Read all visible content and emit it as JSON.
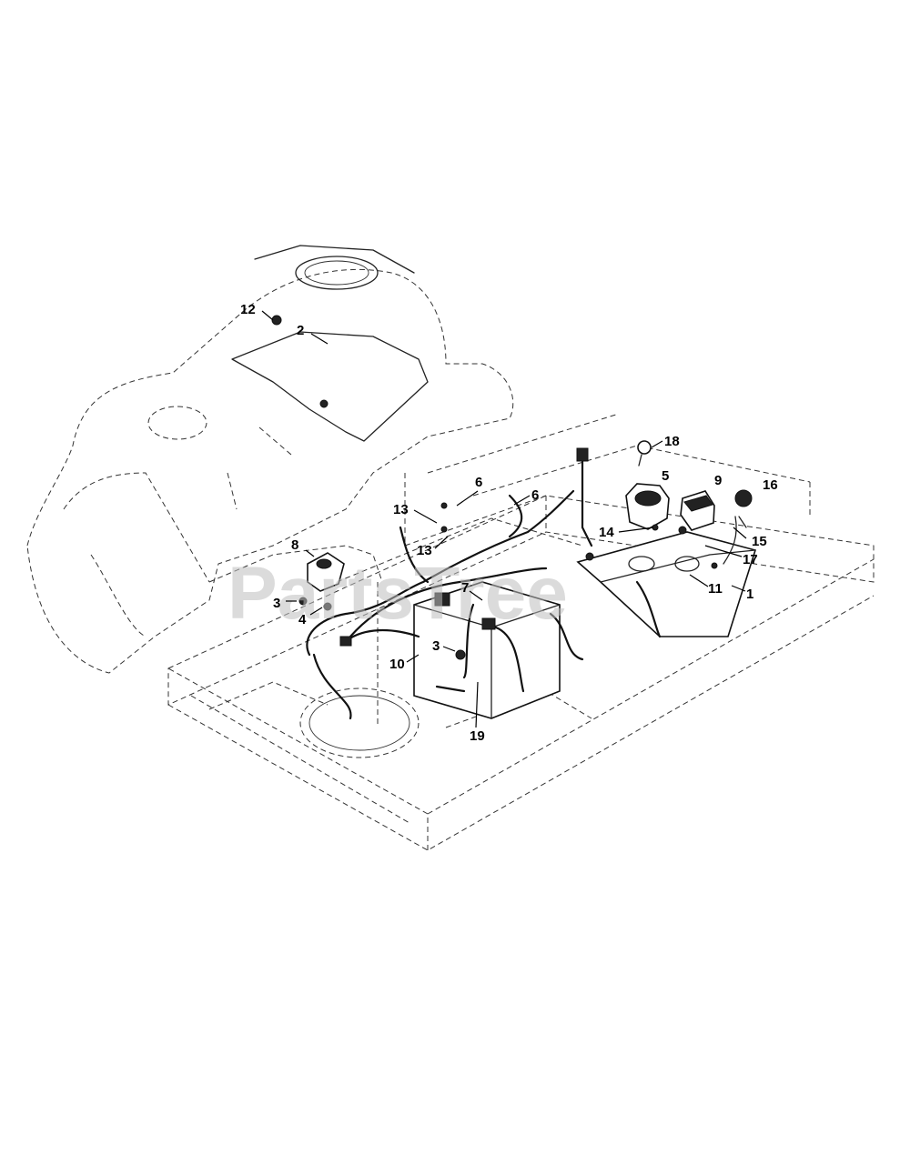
{
  "watermark": "PartsTree",
  "callouts": [
    {
      "id": "12",
      "label": "12"
    },
    {
      "id": "2",
      "label": "2"
    },
    {
      "id": "18",
      "label": "18"
    },
    {
      "id": "5",
      "label": "5"
    },
    {
      "id": "9",
      "label": "9"
    },
    {
      "id": "16",
      "label": "16"
    },
    {
      "id": "6a",
      "label": "6"
    },
    {
      "id": "6b",
      "label": "6"
    },
    {
      "id": "13a",
      "label": "13"
    },
    {
      "id": "13b",
      "label": "13"
    },
    {
      "id": "14",
      "label": "14"
    },
    {
      "id": "15",
      "label": "15"
    },
    {
      "id": "8",
      "label": "8"
    },
    {
      "id": "17",
      "label": "17"
    },
    {
      "id": "7",
      "label": "7"
    },
    {
      "id": "11",
      "label": "11"
    },
    {
      "id": "1",
      "label": "1"
    },
    {
      "id": "3a",
      "label": "3"
    },
    {
      "id": "4",
      "label": "4"
    },
    {
      "id": "3b",
      "label": "3"
    },
    {
      "id": "10",
      "label": "10"
    },
    {
      "id": "19",
      "label": "19"
    }
  ]
}
